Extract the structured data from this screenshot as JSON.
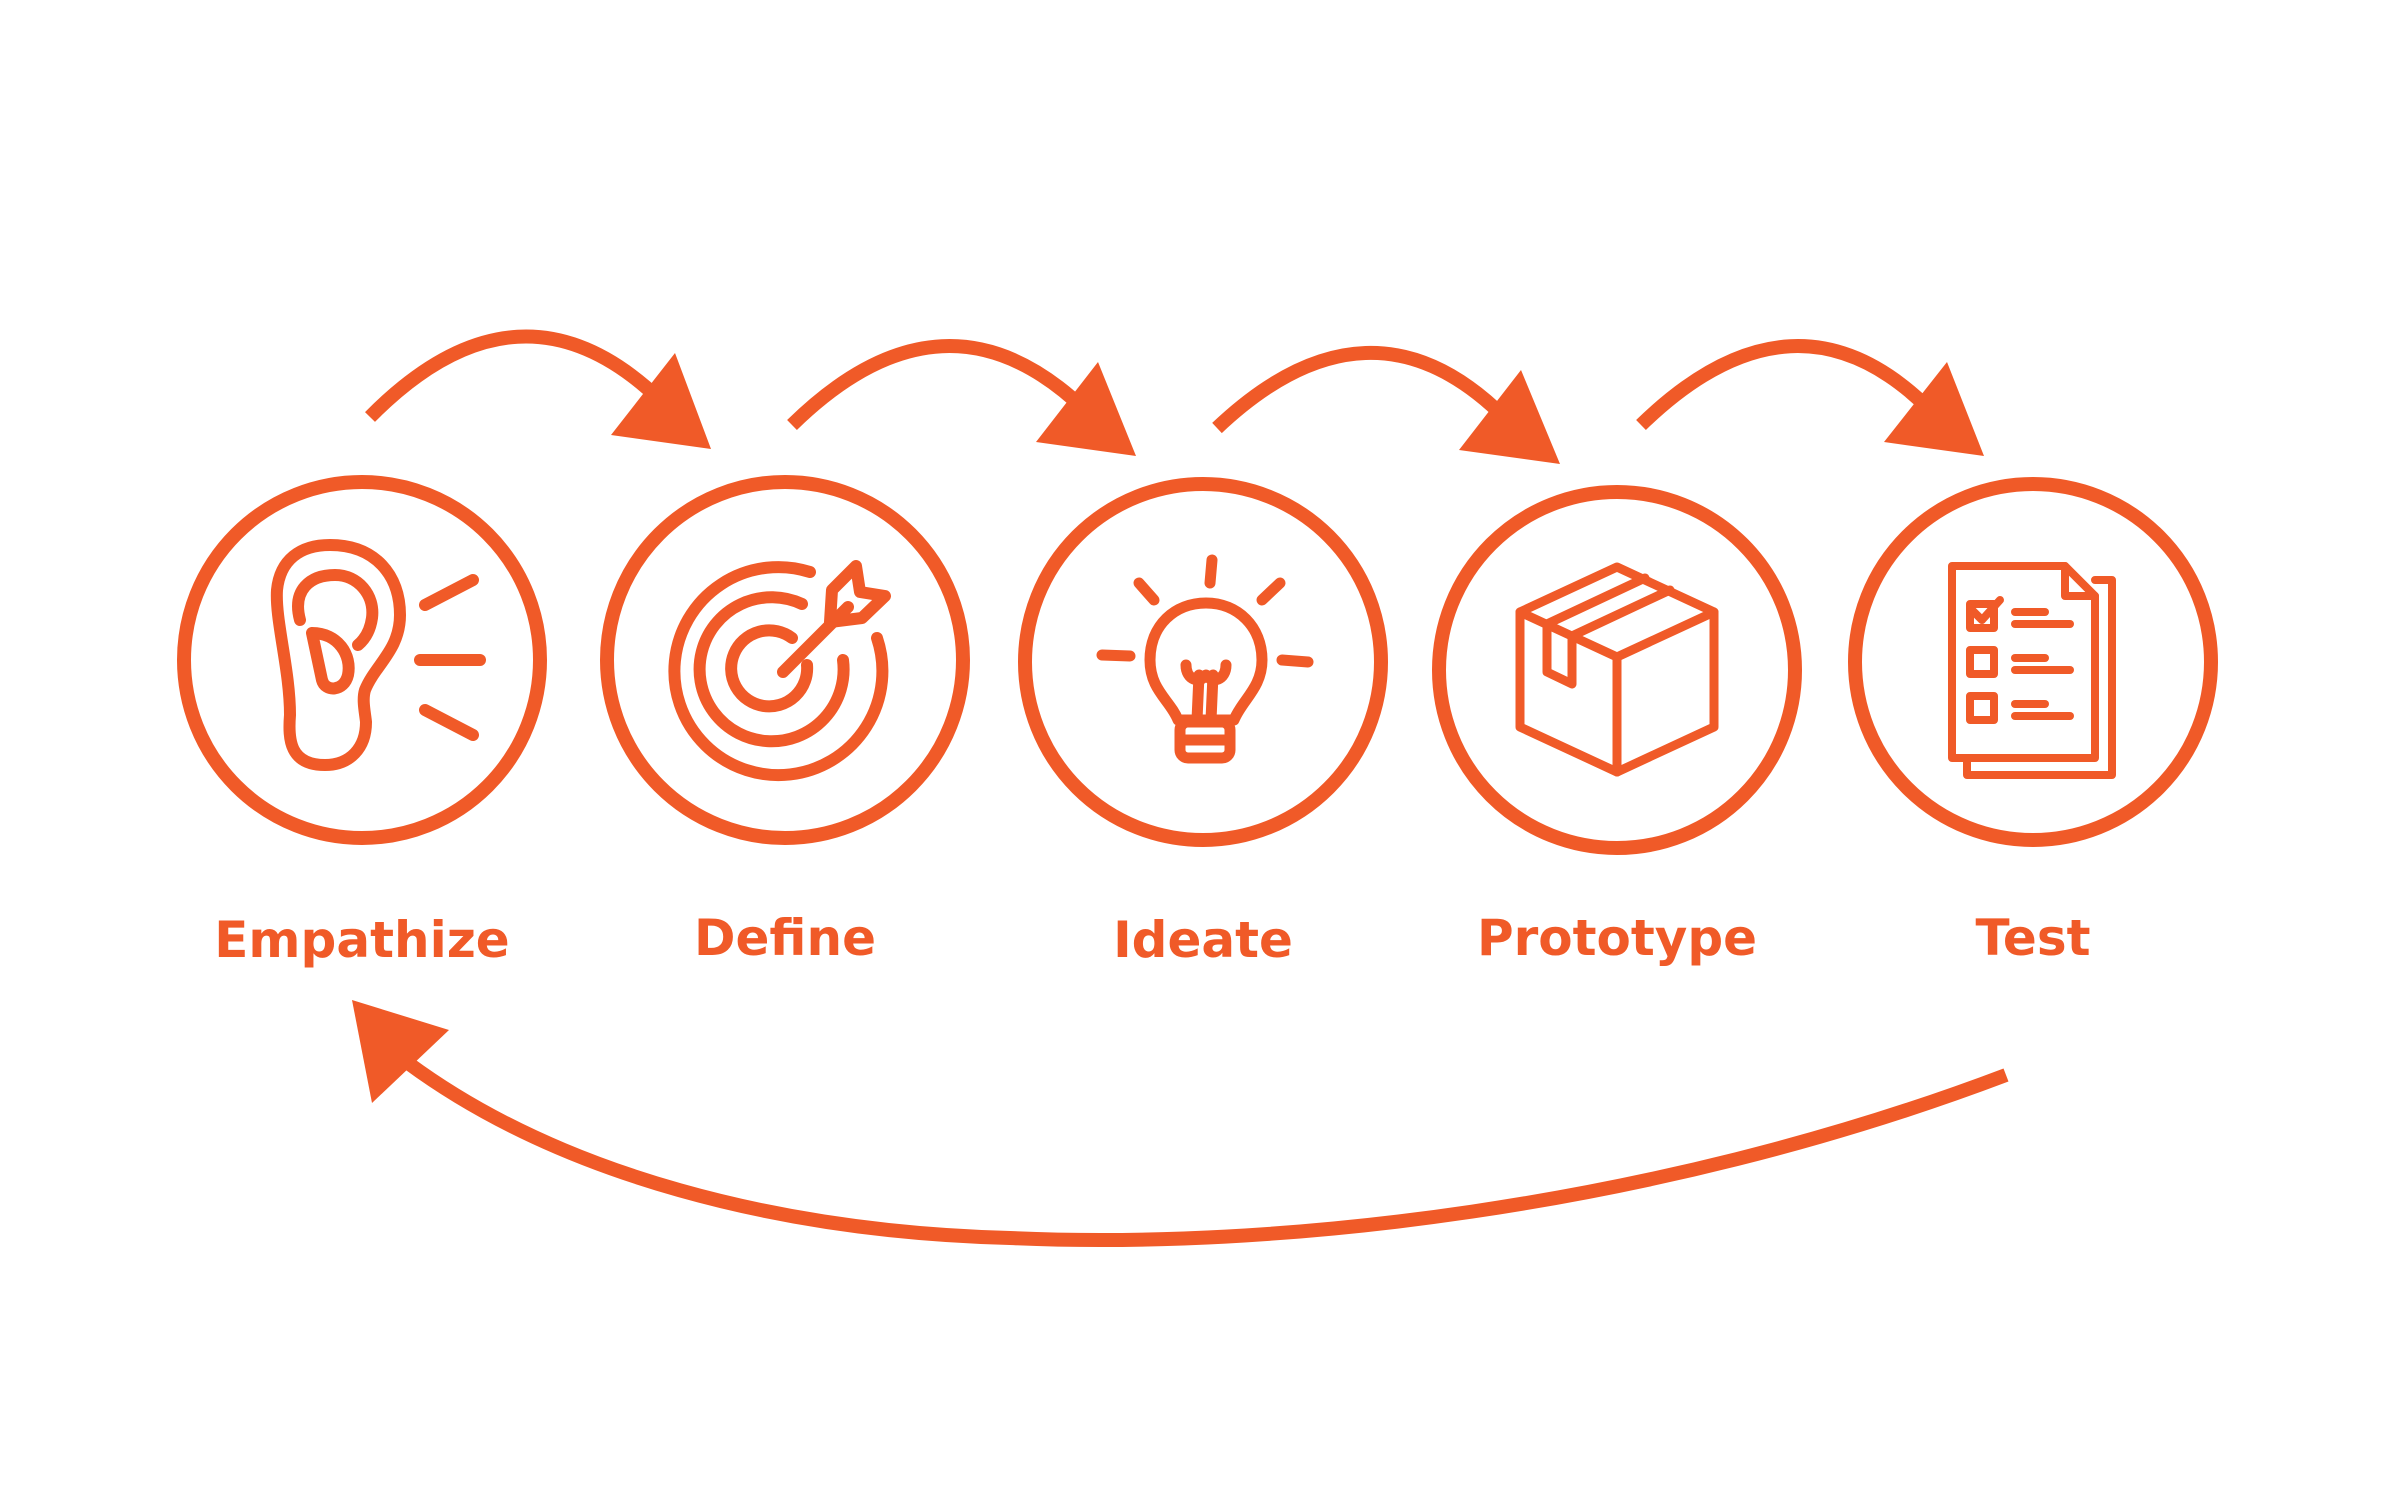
{
  "diagram": {
    "accent_color": "#f05a28",
    "background_color": "#ffffff",
    "stages": [
      {
        "id": "empathize",
        "label": "Empathize",
        "icon": "ear-icon"
      },
      {
        "id": "define",
        "label": "Define",
        "icon": "target-arrow-icon"
      },
      {
        "id": "ideate",
        "label": "Ideate",
        "icon": "lightbulb-icon"
      },
      {
        "id": "prototype",
        "label": "Prototype",
        "icon": "box-icon"
      },
      {
        "id": "test",
        "label": "Test",
        "icon": "checklist-icon"
      }
    ],
    "connections": [
      {
        "from": "empathize",
        "to": "define"
      },
      {
        "from": "define",
        "to": "ideate"
      },
      {
        "from": "ideate",
        "to": "prototype"
      },
      {
        "from": "prototype",
        "to": "test"
      },
      {
        "from": "test",
        "to": "empathize"
      }
    ]
  }
}
